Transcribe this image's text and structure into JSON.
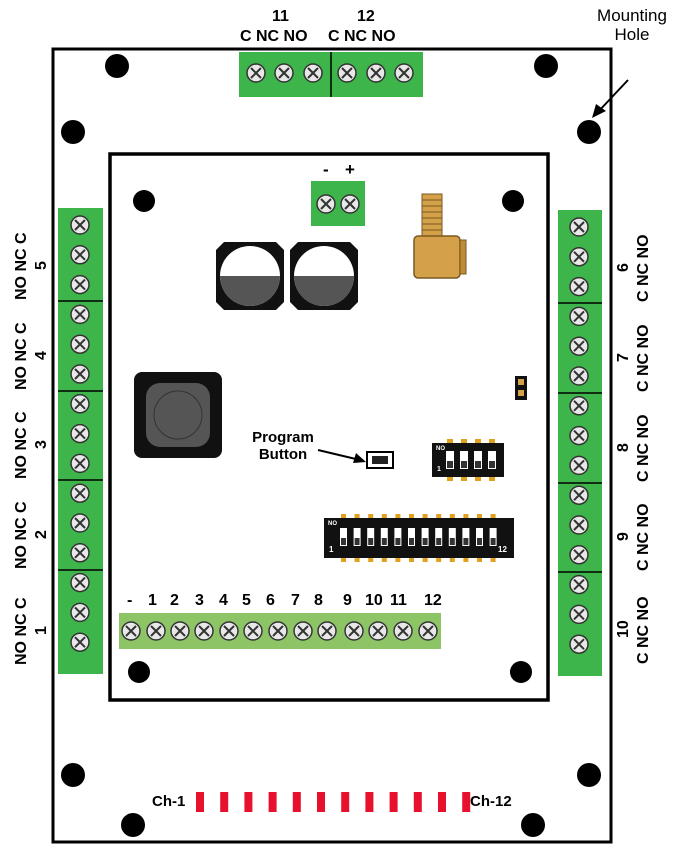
{
  "callout": {
    "mounting_hole_line1": "Mounting",
    "mounting_hole_line2": "Hole"
  },
  "top_terminals": {
    "relay11_number": "11",
    "relay11_labels": "C NC NO",
    "relay12_number": "12",
    "relay12_labels": "C NC NO"
  },
  "left_terminals": {
    "relays": [
      {
        "number": "5",
        "labels": "NO NC C"
      },
      {
        "number": "4",
        "labels": "NO NC C"
      },
      {
        "number": "3",
        "labels": "NO NC C"
      },
      {
        "number": "2",
        "labels": "NO NC C"
      },
      {
        "number": "1",
        "labels": "NO NC C"
      }
    ]
  },
  "right_terminals": {
    "relays": [
      {
        "number": "6",
        "labels": "C NC NO"
      },
      {
        "number": "7",
        "labels": "C NC NO"
      },
      {
        "number": "8",
        "labels": "C NC NO"
      },
      {
        "number": "9",
        "labels": "C NC NO"
      },
      {
        "number": "10",
        "labels": "C NC NO"
      }
    ]
  },
  "power": {
    "minus": "-",
    "plus": "+"
  },
  "program_button": {
    "line1": "Program",
    "line2": "Button"
  },
  "dip_small": {
    "on_label": "NO",
    "one_label": "1"
  },
  "dip_large": {
    "on_label": "NO",
    "first_label": "1",
    "last_label": "12"
  },
  "input_terminals": {
    "labels": [
      "-",
      "1",
      "2",
      "3",
      "4",
      "5",
      "6",
      "7",
      "8",
      "9",
      "10",
      "11",
      "12"
    ]
  },
  "leds": {
    "first_label": "Ch-1",
    "last_label": "Ch-12",
    "count": 12
  },
  "colors": {
    "terminal_green": "#3db54a",
    "led_red": "#e8112d",
    "antenna_gold": "#d4a04a",
    "block_light_green": "#8cc466"
  }
}
